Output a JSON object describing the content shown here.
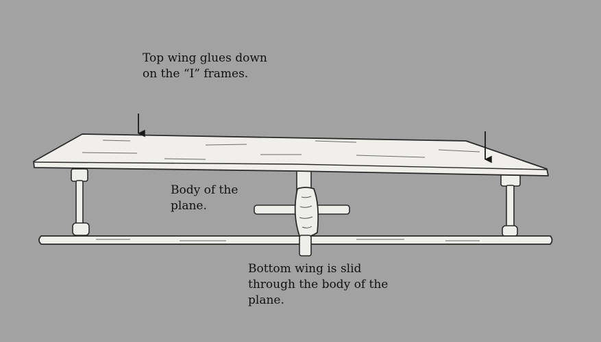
{
  "colors": {
    "background": "#a2a2a2",
    "wood": "#f0efeb",
    "outline": "#2a2a2a",
    "text": "#111111"
  },
  "labels": {
    "top_wing": [
      "Top wing glues down",
      "on the “I” frames."
    ],
    "body": [
      "Body of the",
      "plane."
    ],
    "bottom_wing": [
      "Bottom wing is slid",
      "through the body of the",
      "plane."
    ]
  }
}
